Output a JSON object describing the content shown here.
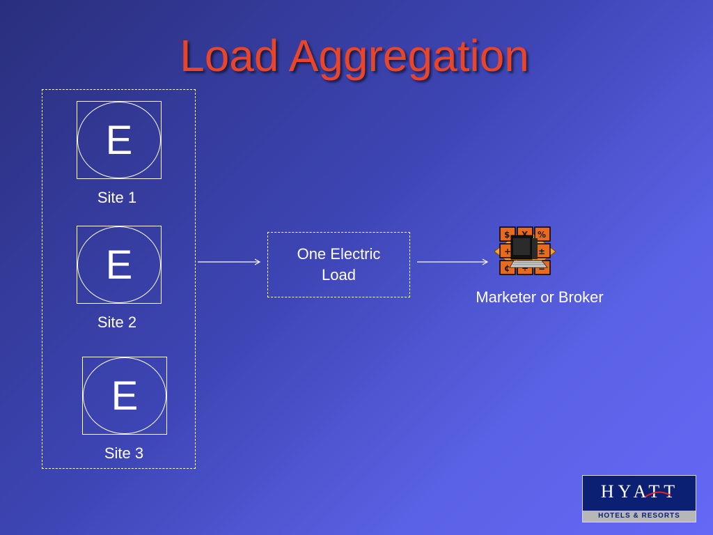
{
  "slide": {
    "title": "Load Aggregation"
  },
  "sites": [
    {
      "symbol": "E",
      "label": "Site 1"
    },
    {
      "symbol": "E",
      "label": "Site 2"
    },
    {
      "symbol": "E",
      "label": "Site 3"
    }
  ],
  "aggregate": {
    "line1": "One Electric",
    "line2": "Load"
  },
  "broker": {
    "label": "Marketer or Broker",
    "icon": "calculator-computer-icon"
  },
  "logo": {
    "wordmark": "HYATT",
    "tagline": "HOTELS & RESORTS"
  },
  "colors": {
    "title": "#e8452a",
    "background_dark": "#2a2f7c",
    "background_light": "#6468f5",
    "logo_navy": "#0b1f73"
  }
}
